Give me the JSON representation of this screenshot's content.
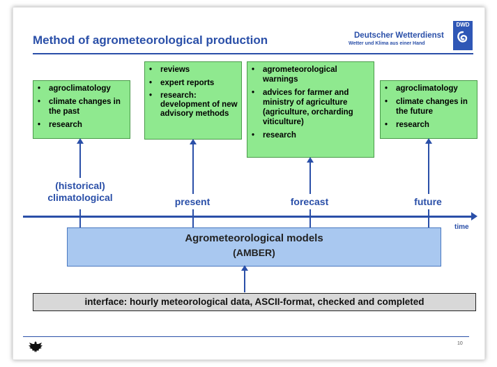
{
  "header": {
    "title": "Method of agrometeorological production",
    "brand_name": "Deutscher Wetterdienst",
    "brand_subtitle": "Wetter und Klima aus einer Hand",
    "logo_text": "DWD"
  },
  "boxes": {
    "historical": [
      "agroclimatology",
      "climate changes in the past",
      "research"
    ],
    "present": [
      "reviews",
      "expert reports",
      "research: development of new advisory methods"
    ],
    "forecast": [
      "agrometeorological warnings",
      "advices for farmer and ministry of agriculture (agriculture, orcharding viticulture)",
      "research"
    ],
    "future": [
      "agroclimatology",
      "climate changes in the future",
      "research"
    ]
  },
  "periods": {
    "historical_line1": "(historical)",
    "historical_line2": "climatological",
    "present": "present",
    "forecast": "forecast",
    "future": "future"
  },
  "timeline": {
    "label": "time"
  },
  "model": {
    "line1": "Agrometeorological models",
    "line2": "(AMBER)"
  },
  "interface_text": "interface: hourly meteorological data, ASCII-format, checked and completed",
  "footer": {
    "page_number": "10"
  },
  "colors": {
    "accent_blue": "#2a4fa8",
    "box_green": "#8fe98f",
    "model_blue": "#a9c8f0",
    "interface_gray": "#d8d8d8"
  },
  "icons": [
    "dwd-logo-icon",
    "federal-eagle-icon"
  ]
}
